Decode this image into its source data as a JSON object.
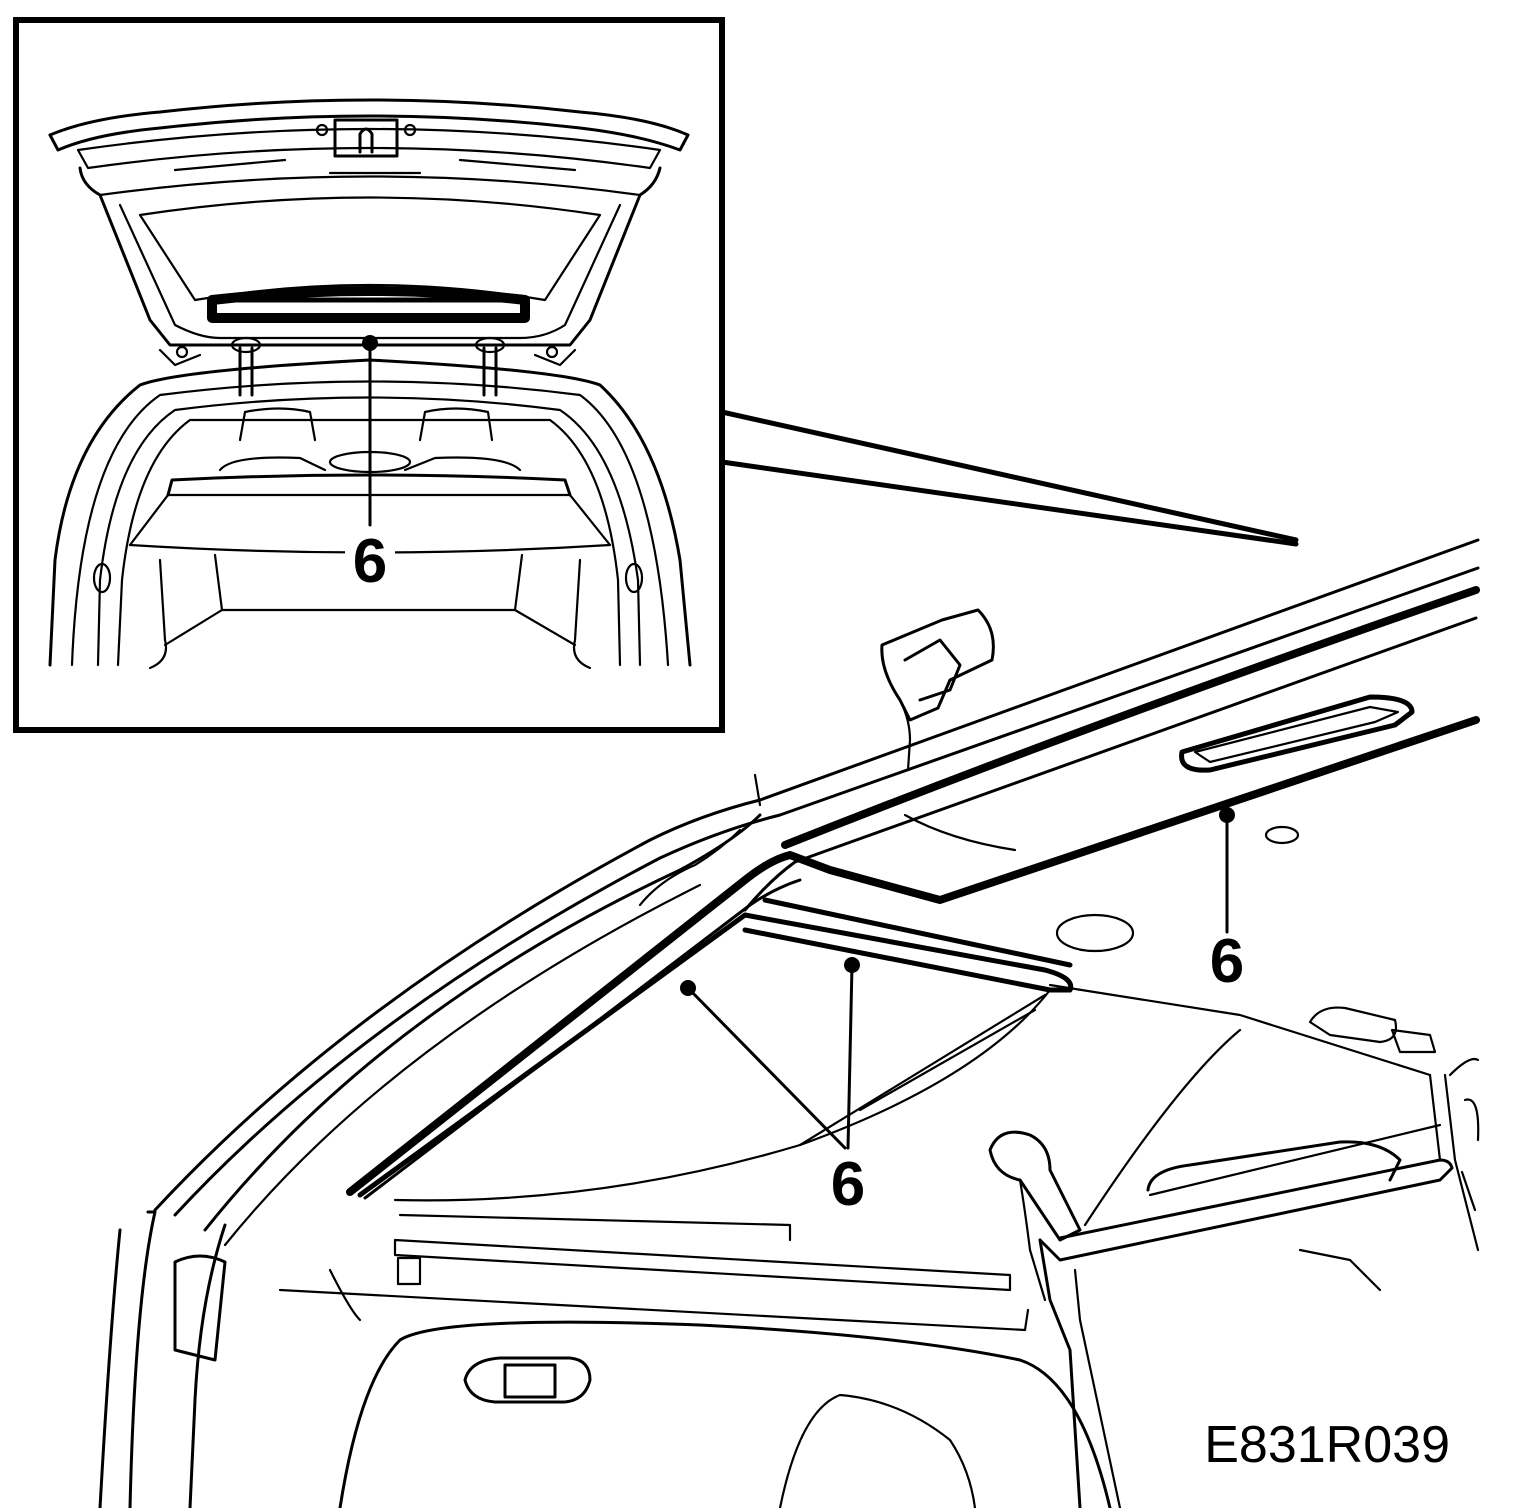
{
  "inset": {
    "callout": "6"
  },
  "main": {
    "callouts": [
      "6",
      "6"
    ]
  },
  "figure_code": "E831R039"
}
